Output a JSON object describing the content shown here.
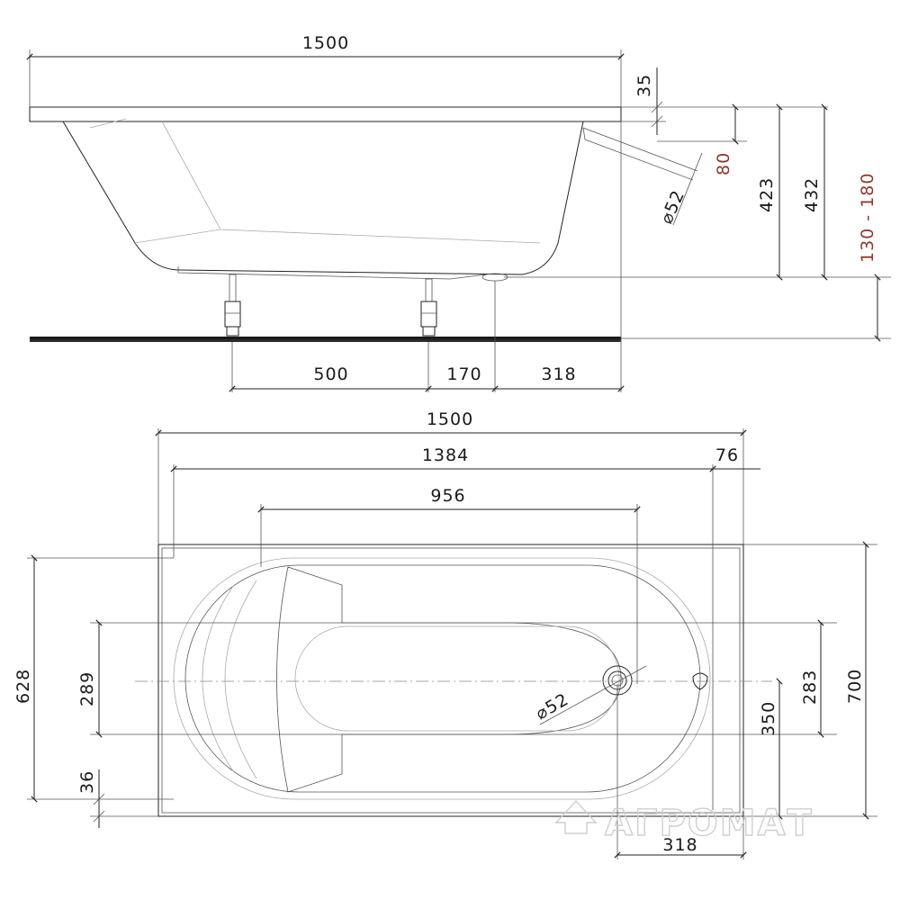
{
  "side_view": {
    "overall_length": "1500",
    "rim_thickness": "35",
    "overflow_height": "80",
    "drain_diameter": "⌀52",
    "depth_inner": "423",
    "depth_total": "432",
    "leg_adjust_range": "130 - 180",
    "leg_spacing": "500",
    "drain_to_leg": "170",
    "drain_offset": "318"
  },
  "top_view": {
    "overall_length": "1500",
    "inner_length": "1384",
    "rim_offset": "76",
    "bottom_length": "956",
    "inner_width": "628",
    "overall_width": "700",
    "bottom_width": "289",
    "inner_bottom_width": "283",
    "center_to_edge": "350",
    "rim_side": "36",
    "drain_diameter": "⌀52",
    "drain_offset": "318"
  },
  "watermark": "АГРОМАТ"
}
